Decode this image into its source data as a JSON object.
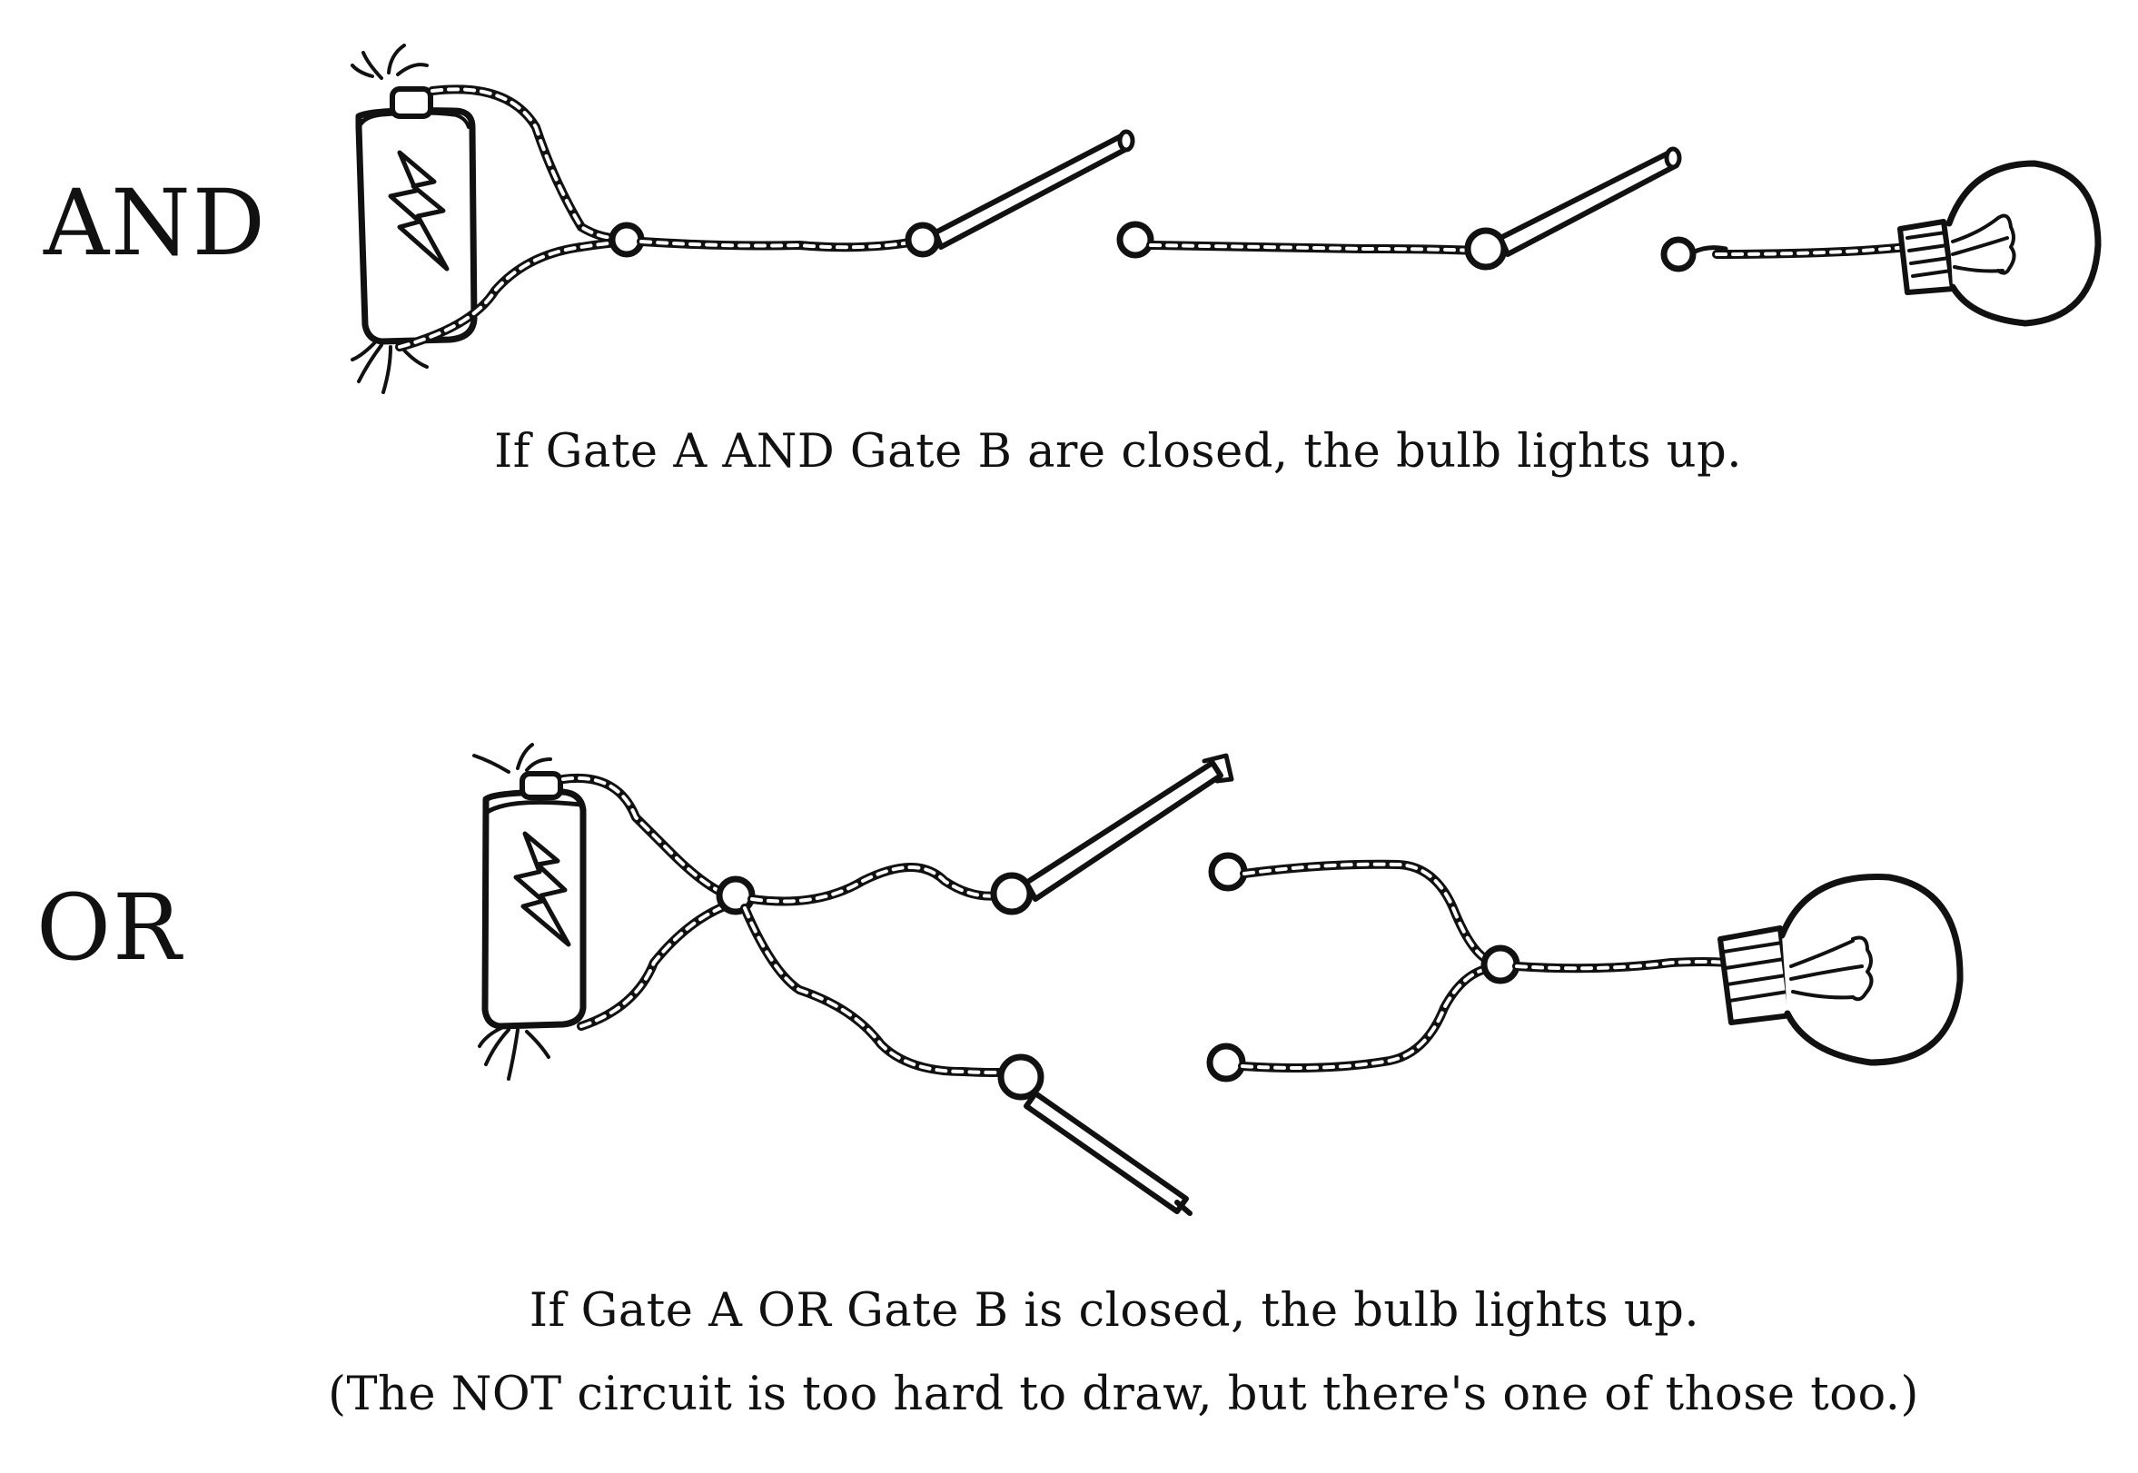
{
  "and_section": {
    "label": "AND",
    "caption": "If Gate A AND Gate B are closed, the bulb lights up."
  },
  "or_section": {
    "label": "OR",
    "caption": "If Gate A OR Gate B is closed, the bulb lights up."
  },
  "note": "(The NOT circuit is too hard to draw, but there's one of those too.)",
  "icons": [
    "battery-icon",
    "switch-icon",
    "light-bulb-icon",
    "wire"
  ],
  "colors": {
    "ink": "#111111",
    "paper": "#ffffff"
  }
}
